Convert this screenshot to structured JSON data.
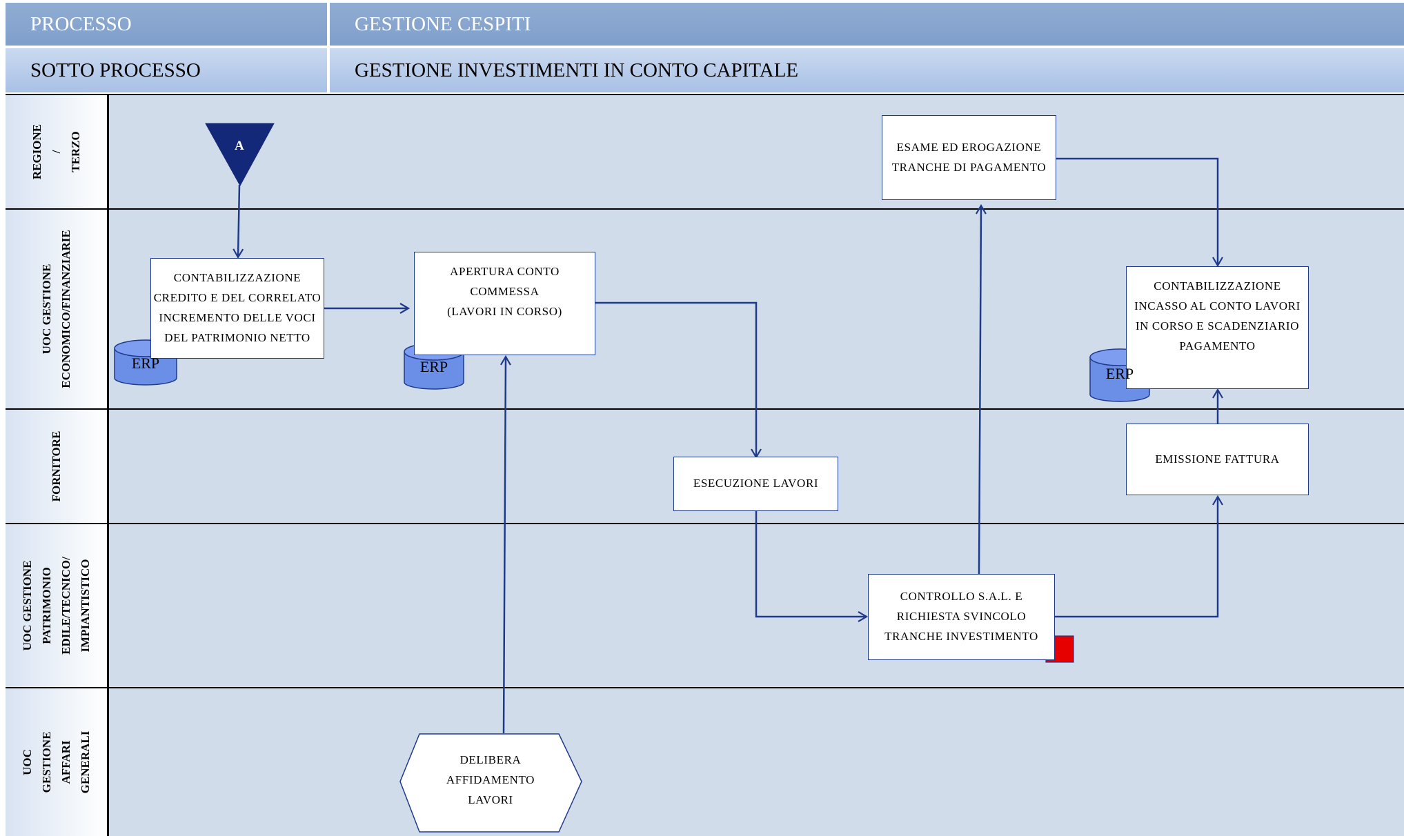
{
  "header": {
    "process_label": "PROCESSO",
    "process_value": "GESTIONE CESPITI",
    "subprocess_label": "SOTTO PROCESSO",
    "subprocess_value": "GESTIONE INVESTIMENTI IN CONTO CAPITALE"
  },
  "lanes": [
    "REGIONE /\nTERZO",
    "UOC GESTIONE\nECONOMICO/FINANZIARIE",
    "FORNITORE",
    "UOC GESTIONE\nPATRIMONIO\nEDILE/TECNICO/\nIMPIANTISTICO",
    "UOC GESTIONE\nAFFARI GENERALI"
  ],
  "connector": {
    "label": "A"
  },
  "nodes": {
    "contabilizzazione_credito": "CONTABILIZZAZIONE\nCREDITO E DEL CORRELATO\nINCREMENTO DELLE VOCI\nDEL PATRIMONIO NETTO",
    "apertura_conto": "APERTURA CONTO\nCOMMESSA\n(LAVORI IN CORSO)",
    "esame_erogazione": "ESAME ED EROGAZIONE\nTRANCHE DI PAGAMENTO",
    "contabilizzazione_incasso": "CONTABILIZZAZIONE\nINCASSO AL CONTO LAVORI\nIN CORSO E SCADENZIARIO\nPAGAMENTO",
    "esecuzione_lavori": "ESECUZIONE LAVORI",
    "emissione_fattura": "EMISSIONE FATTURA",
    "controllo_sal": "CONTROLLO S.A.L. E\nRICHIESTA SVINCOLO\nTRANCHE INVESTIMENTO",
    "delibera": "DELIBERA\nAFFIDAMENTO\nLAVORI"
  },
  "databases": {
    "erp_label": "ERP"
  },
  "colors": {
    "line": "#1f3a8a",
    "db_fill": "#6b8fe6",
    "marker": "#e60000",
    "lane_bg": "#d0dcea"
  }
}
